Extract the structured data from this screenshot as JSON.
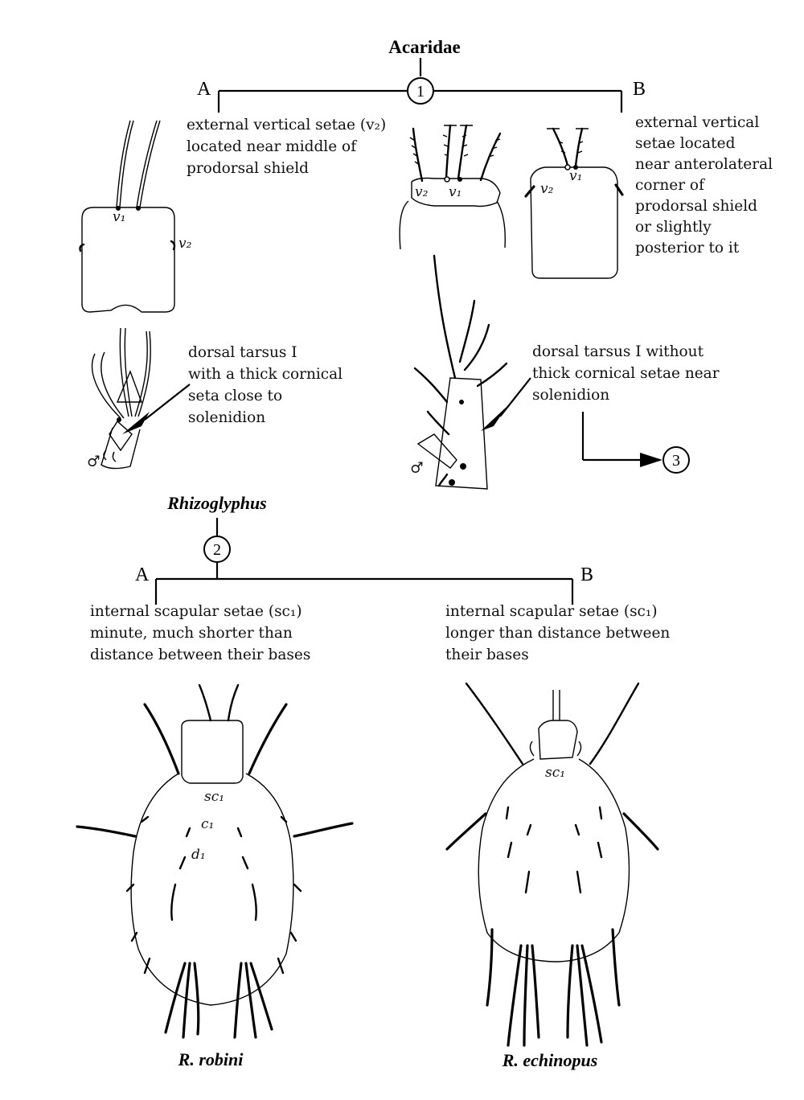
{
  "title": "Acaridae",
  "couplet1": {
    "node": "1",
    "side_a": "A",
    "side_b": "B",
    "a_text": [
      "external vertical setae (v₂)",
      "located near middle of",
      "prodorsal shield"
    ],
    "b_text": [
      "external vertical",
      "setae located",
      "near anterolateral",
      "corner of",
      "prodorsal shield",
      "or slightly",
      "posterior to it"
    ],
    "tarsus_a_text": [
      "dorsal tarsus I",
      "with a thick cornical",
      "seta close to",
      "solenidion"
    ],
    "tarsus_b_text": [
      "dorsal tarsus I without",
      "thick cornical setae near",
      "solenidion"
    ],
    "goto": "3",
    "male_symbol": "♂"
  },
  "couplet2": {
    "taxon": "Rhizoglyphus",
    "node": "2",
    "side_a": "A",
    "side_b": "B",
    "a_text": [
      "internal scapular setae (sc₁)",
      "minute, much shorter than",
      "distance between their bases"
    ],
    "b_text": [
      "internal scapular setae (sc₁)",
      "longer than distance between",
      "their bases"
    ],
    "species_a": "R. robini",
    "species_b": "R. echinopus"
  },
  "labels": {
    "v1": "v₁",
    "v2": "v₂",
    "sc1": "sc₁",
    "c1": "c₁",
    "d1": "d₁"
  }
}
